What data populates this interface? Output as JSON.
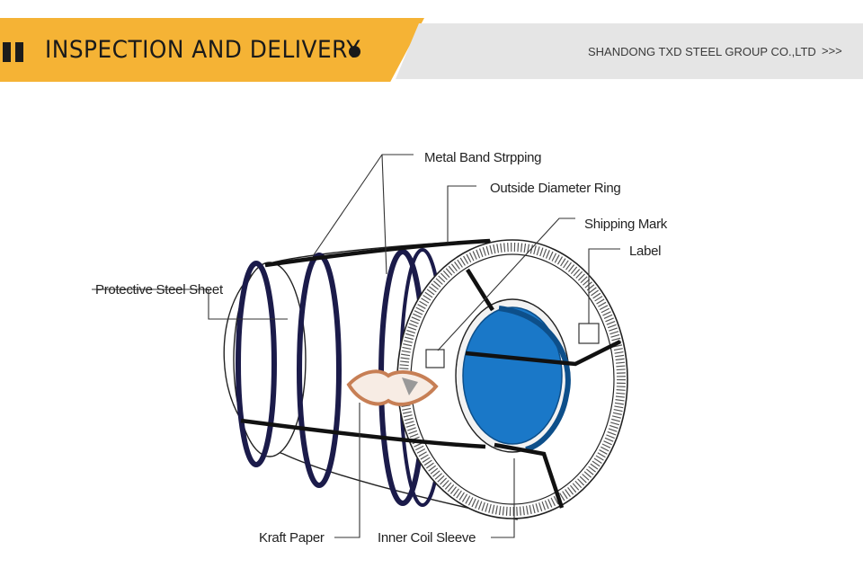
{
  "header": {
    "title": "INSPECTION AND DELIVERY",
    "company": "SHANDONG TXD STEEL GROUP CO.,LTD",
    "more": ">>>"
  },
  "diagram": {
    "labels": {
      "metal_band": "Metal Band Strpping",
      "outside_ring": "Outside Diameter Ring",
      "shipping_mark": "Shipping Mark",
      "label": "Label",
      "protective_sheet": "Protective Steel Sheet",
      "kraft_paper": "Kraft Paper",
      "inner_sleeve": "Inner Coil Sleeve"
    },
    "colors": {
      "accent": "#f5b335",
      "core": "#1a78c8",
      "band": "#1b1b4a",
      "kraft": "#c77f55"
    }
  }
}
